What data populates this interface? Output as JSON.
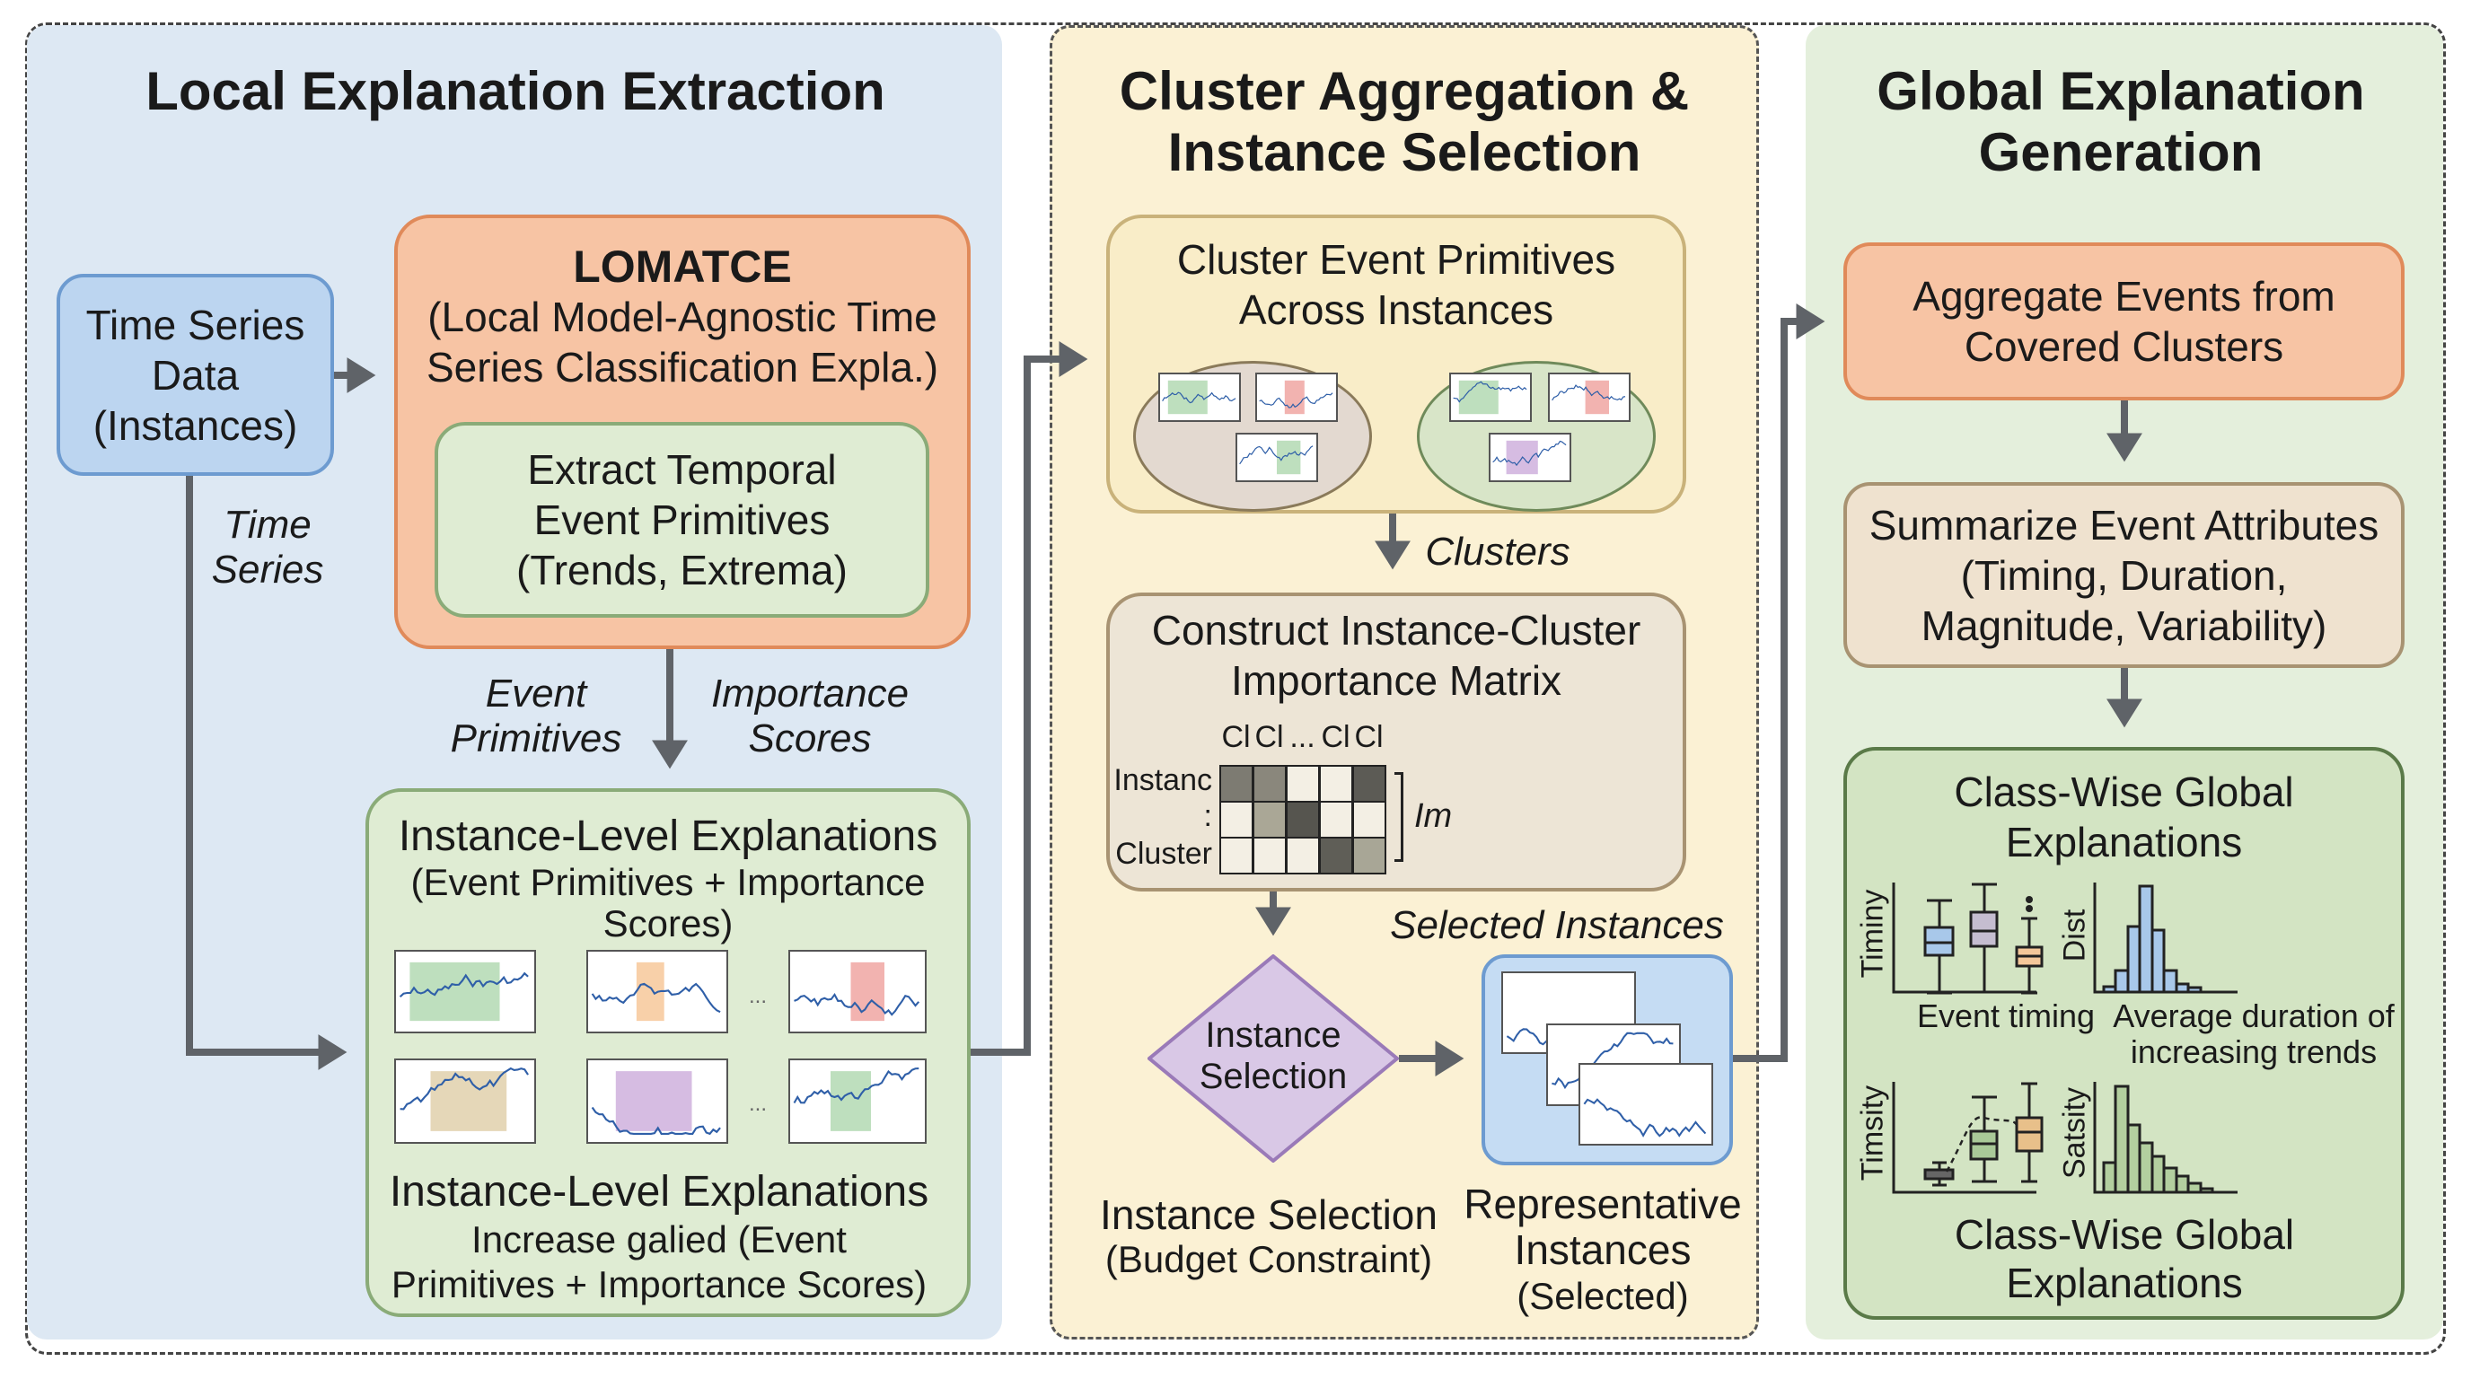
{
  "panels": {
    "local": {
      "title": "Local Explanation Extraction",
      "color": "#dde8f3"
    },
    "cluster": {
      "title_line1": "Cluster Aggregation &",
      "title_line2": "Instance Selection",
      "color": "#fbf1d4"
    },
    "global": {
      "title_line1": "Global Explanation",
      "title_line2": "Generation",
      "color": "#e4efdc"
    }
  },
  "local": {
    "time_series_box": [
      "Time Series",
      "Data",
      "(Instances)"
    ],
    "time_series_label": [
      "Time",
      "Series"
    ],
    "lomatce": {
      "title": "LOMATCE",
      "line1": "(Local Model-Agnostic Time",
      "line2": "Series Classification Expla.)"
    },
    "extract_box": [
      "Extract Temporal",
      "Event Primitives",
      "(Trends, Extrema)"
    ],
    "event_primitives_label": [
      "Event",
      "Primitives"
    ],
    "importance_scores_label": [
      "Importance",
      "Scores"
    ],
    "instance_box": {
      "title": "Instance-Level Explanations",
      "subtitle_line1": "(Event Primitives + Importance",
      "subtitle_line2": "Scores)",
      "ellipsis": "...",
      "bottom_title": "Instance-Level Explanations",
      "bottom_line1": "Increase galied (Event",
      "bottom_line2": "Primitives + Importance Scores)"
    }
  },
  "cluster": {
    "cluster_box": [
      "Cluster Event Primitives",
      "Across Instances"
    ],
    "clusters_label": "Clusters",
    "matrix_box": {
      "title_line1": "Construct Instance-Cluster",
      "title_line2": "Importance Matrix",
      "col_headers": [
        "Cl",
        "Cl",
        "...",
        "Cl",
        "Cl"
      ],
      "row_labels": [
        "Instanc",
        ":",
        "Cluster"
      ],
      "bracket_label": "Im",
      "cell_shades": [
        [
          "#7d7b72",
          "#8a877c",
          "#f3efe4",
          "#f3efe4",
          "#5c5b55"
        ],
        [
          "#f3efe4",
          "#aaa796",
          "#56554f",
          "#f3efe4",
          "#f3efe4"
        ],
        [
          "#f3efe4",
          "#f3efe4",
          "#f3efe4",
          "#5f5e57",
          "#a8a696"
        ]
      ]
    },
    "selected_instances_label": "Selected Instances",
    "diamond": [
      "Instance",
      "Selection"
    ],
    "instance_selection_caption": [
      "Instance Selection",
      "(Budget Constraint)"
    ],
    "representative_caption": [
      "Representative",
      "Instances",
      "(Selected)"
    ]
  },
  "global": {
    "aggregate_box": [
      "Aggregate Events from",
      "Covered Clusters"
    ],
    "summarize_box": [
      "Summarize Event Attributes",
      "(Timing, Duration,",
      "Magnitude, Variability)"
    ],
    "classwise_box": {
      "title": [
        "Class-Wise Global",
        "Explanations"
      ],
      "plot1_ylabel": "Timiny",
      "plot1_xlabel": "Event timing",
      "plot2_ylabel": "Dist",
      "plot2_xlabel": [
        "Average duration of",
        "increasing trends"
      ],
      "plot3_ylabel": "Timsity",
      "plot4_ylabel": "Satsity",
      "bottom_title": [
        "Class-Wise Global",
        "Explanations"
      ]
    }
  }
}
